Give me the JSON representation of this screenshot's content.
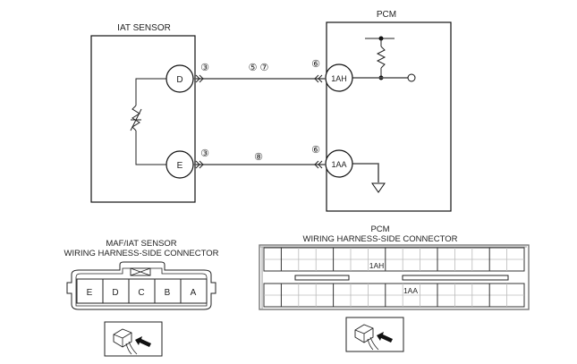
{
  "schematic": {
    "iat_sensor": {
      "title": "IAT SENSOR",
      "terminals": [
        {
          "id": "D",
          "label": "D"
        },
        {
          "id": "E",
          "label": "E"
        }
      ]
    },
    "pcm": {
      "title": "PCM",
      "terminals": [
        {
          "id": "1AH",
          "label": "1AH"
        },
        {
          "id": "1AA",
          "label": "1AA"
        }
      ]
    },
    "wires": [
      {
        "from": "D",
        "to": "1AH",
        "sensor_connector_ref": "③",
        "harness_refs": "⑤ ⑦",
        "pcm_connector_ref": "⑥"
      },
      {
        "from": "E",
        "to": "1AA",
        "sensor_connector_ref": "③",
        "harness_refs": "⑧",
        "pcm_connector_ref": "⑥"
      }
    ]
  },
  "maf_iat_connector": {
    "title_line1": "MAF/IAT SENSOR",
    "title_line2": "WIRING HARNESS-SIDE CONNECTOR",
    "pins": [
      "E",
      "D",
      "C",
      "B",
      "A"
    ],
    "view_icon": "harness-side-view-icon"
  },
  "pcm_connector": {
    "title_line1": "PCM",
    "title_line2": "WIRING HARNESS-SIDE CONNECTOR",
    "labels": {
      "upper": "1AH",
      "lower": "1AA"
    },
    "view_icon": "harness-side-view-icon"
  }
}
